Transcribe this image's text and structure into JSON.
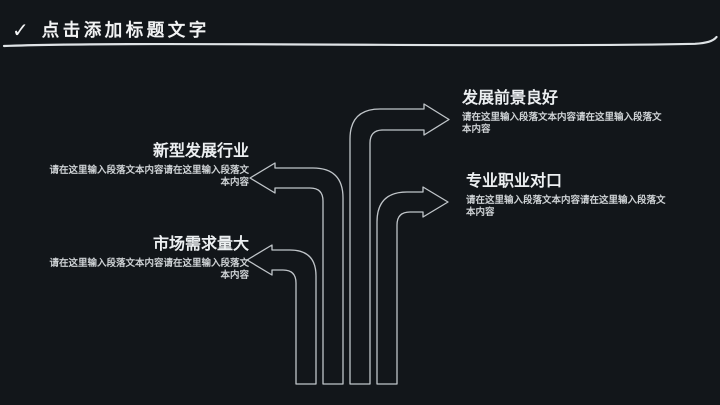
{
  "slide": {
    "title": {
      "check_icon": "✓",
      "text": "点击添加标题文字"
    }
  },
  "blocks": [
    {
      "id": "top-right",
      "heading": "发展前景良好",
      "body": "请在这里输入段落文本内容请在这里输入段落文本内容",
      "side": "right",
      "arrow_direction": "right"
    },
    {
      "id": "middle-left",
      "heading": "新型发展行业",
      "body": "请在这里输入段落文本内容请在这里输入段落文本内容",
      "side": "left",
      "arrow_direction": "left"
    },
    {
      "id": "middle-right",
      "heading": "专业职业对口",
      "body": "请在这里输入段落文本内容请在这里输入段落文本内容",
      "side": "right",
      "arrow_direction": "right"
    },
    {
      "id": "bottom-left",
      "heading": "市场需求量大",
      "body": "请在这里输入段落文本内容请在这里输入段落文本内容",
      "side": "left",
      "arrow_direction": "left"
    }
  ],
  "colors": {
    "background": "#12161a",
    "arrow_stroke": "#c0c5c9",
    "underline_color": "#dfe3e6",
    "title_color": "#f2f3f4",
    "heading_color": "#eceff1",
    "body_color": "#cdd1d4"
  }
}
